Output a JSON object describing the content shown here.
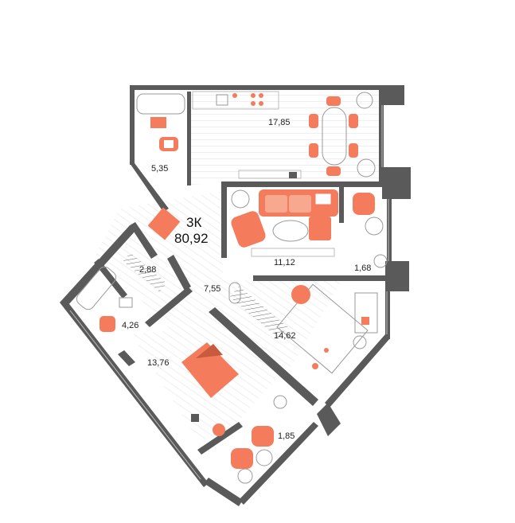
{
  "apartment": {
    "type": "3К",
    "total_area": "80,92"
  },
  "rooms": {
    "kitchen_living": "17,85",
    "bathroom_top": "5,35",
    "living_room": "11,12",
    "balcony_top": "1,68",
    "hall": "7,55",
    "wc": "2,88",
    "bathroom_bottom": "4,26",
    "bedroom_right": "14,62",
    "bedroom_left": "13,76",
    "balcony_bottom": "1,85"
  },
  "colors": {
    "wall": "#5a5a5a",
    "furniture": "#f47c5c",
    "furniture_light": "#f8a88e",
    "floor_line": "#eeeeee",
    "line": "#bdbdbd"
  }
}
